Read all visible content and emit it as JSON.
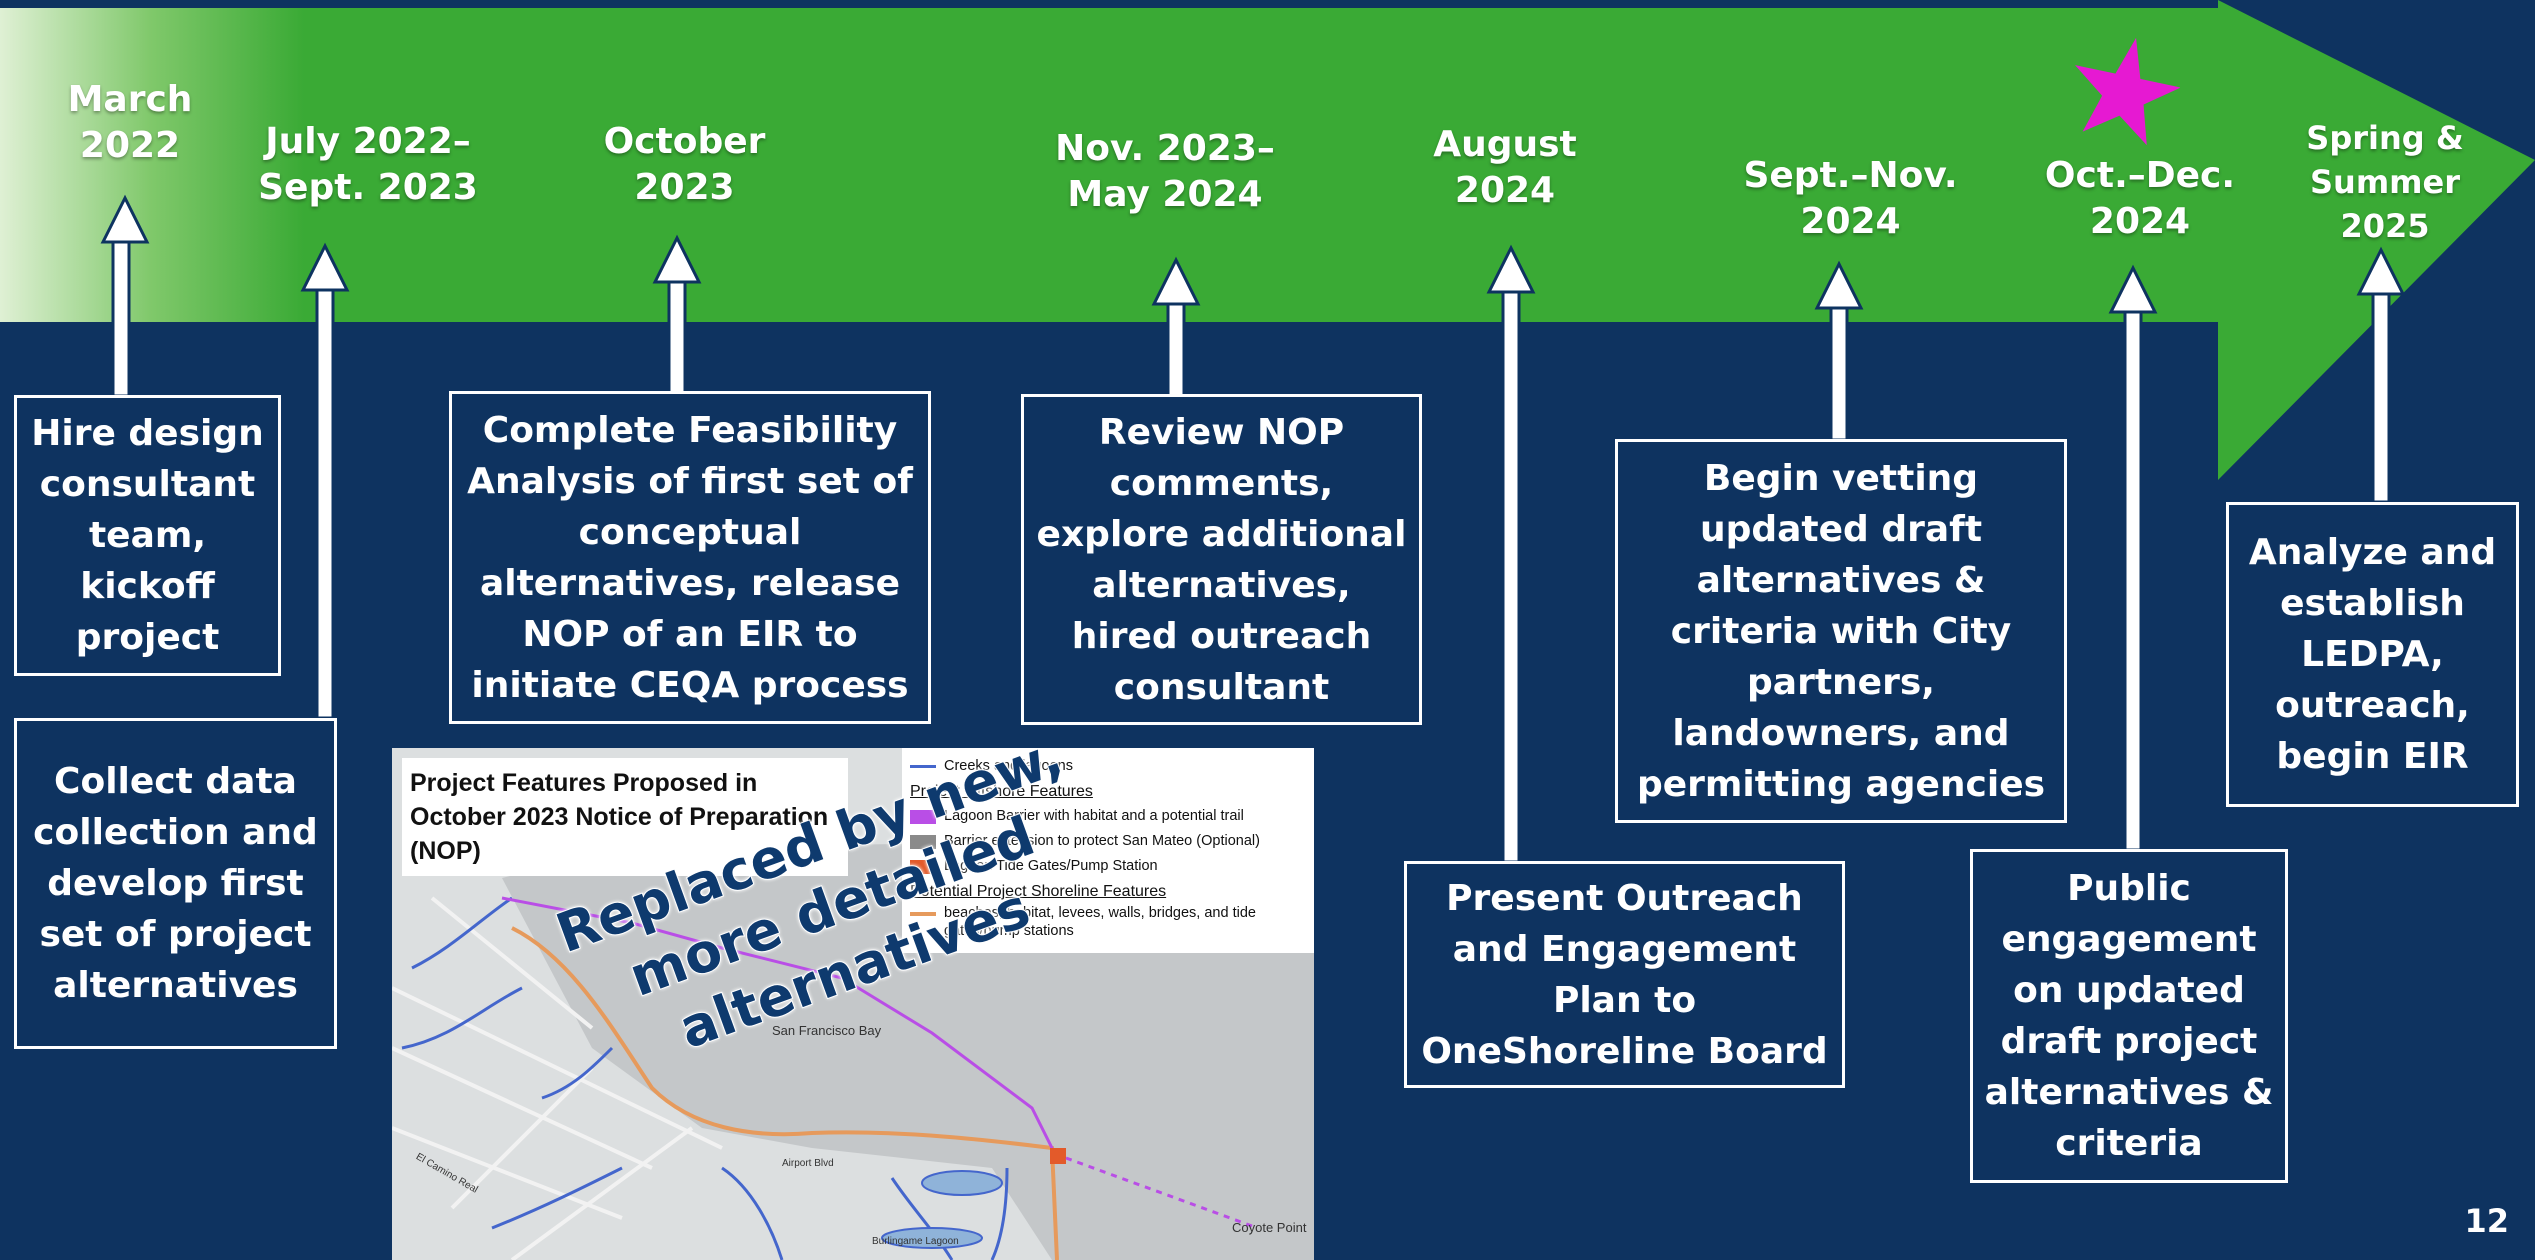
{
  "timeline": {
    "milestones": [
      {
        "date": "March\n2022",
        "text": "Hire design consultant team, kickoff project"
      },
      {
        "date": "July 2022–\nSept. 2023",
        "text": "Collect data collection and develop first set of project alternatives"
      },
      {
        "date": "October\n2023",
        "text": "Complete Feasibility Analysis of first set of conceptual alternatives, release NOP of an EIR to initiate CEQA process"
      },
      {
        "date": "Nov. 2023–\nMay 2024",
        "text": "Review NOP comments, explore additional alternatives, hired outreach consultant"
      },
      {
        "date": "August\n2024",
        "text": "Present Outreach and Engagement Plan to OneShoreline Board"
      },
      {
        "date": "Sept.–Nov.\n2024",
        "text": "Begin vetting updated draft alternatives & criteria with City partners, landowners, and permitting agencies"
      },
      {
        "date": "Oct.–Dec.\n2024",
        "text": "Public engagement on updated draft project alternatives & criteria",
        "marker": "star-icon"
      },
      {
        "date": "Spring &\nSummer\n2025",
        "text": "Analyze and establish LEDPA, outreach, begin EIR"
      }
    ]
  },
  "map": {
    "title": "Project Features Proposed in October 2023 Notice of Preparation (NOP)",
    "legend": {
      "creeks": "Creeks and lagoons",
      "offshore_heading": "Project Offshore Features",
      "offshore_items": [
        "Lagoon Barrier with habitat and a potential trail",
        "Barrier extension to protect San Mateo (Optional)",
        "Lagoon Tide Gates/Pump Station"
      ],
      "shoreline_heading": "Potential Project Shoreline Features",
      "shoreline_item": "beaches, habitat, levees, walls, bridges, and tide gates/pump stations"
    },
    "place_labels": [
      "San Francisco Bay",
      "Coyote Point",
      "Airport Blvd",
      "El Camino Real",
      "Burlingame Lagoon"
    ],
    "overlay": "Replaced by new, more detailed alternatives",
    "colors": {
      "barrier": "#b94ee6",
      "extension": "#8a8a8a",
      "tide_gate": "#e35a2a",
      "shoreline": "#e69a5c",
      "creeks": "#4466cc"
    }
  },
  "slide": {
    "page_number": "12"
  },
  "colors": {
    "background": "#0e3360",
    "arrow": "#3aaa35",
    "star": "#e619d2"
  }
}
